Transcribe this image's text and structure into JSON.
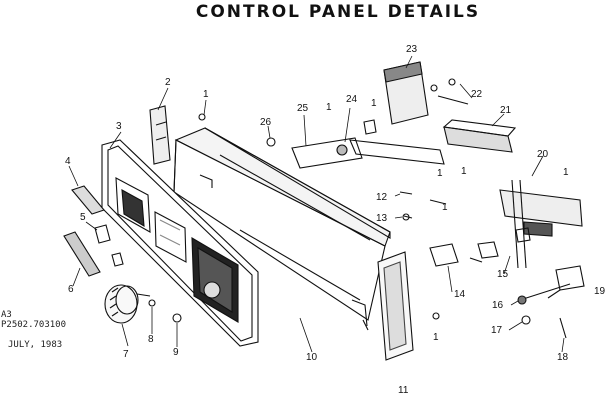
{
  "title": "CONTROL PANEL DETAILS",
  "notes": [
    "A3",
    "P2502.703100",
    "JULY, 1983"
  ],
  "callouts": [
    "1",
    "1",
    "1",
    "1",
    "1",
    "1",
    "1",
    "2",
    "3",
    "4",
    "5",
    "6",
    "7",
    "8",
    "9",
    "10",
    "11",
    "12",
    "13",
    "14",
    "15",
    "16",
    "17",
    "18",
    "19",
    "20",
    "21",
    "22",
    "23",
    "24",
    "25",
    "26",
    "1"
  ]
}
